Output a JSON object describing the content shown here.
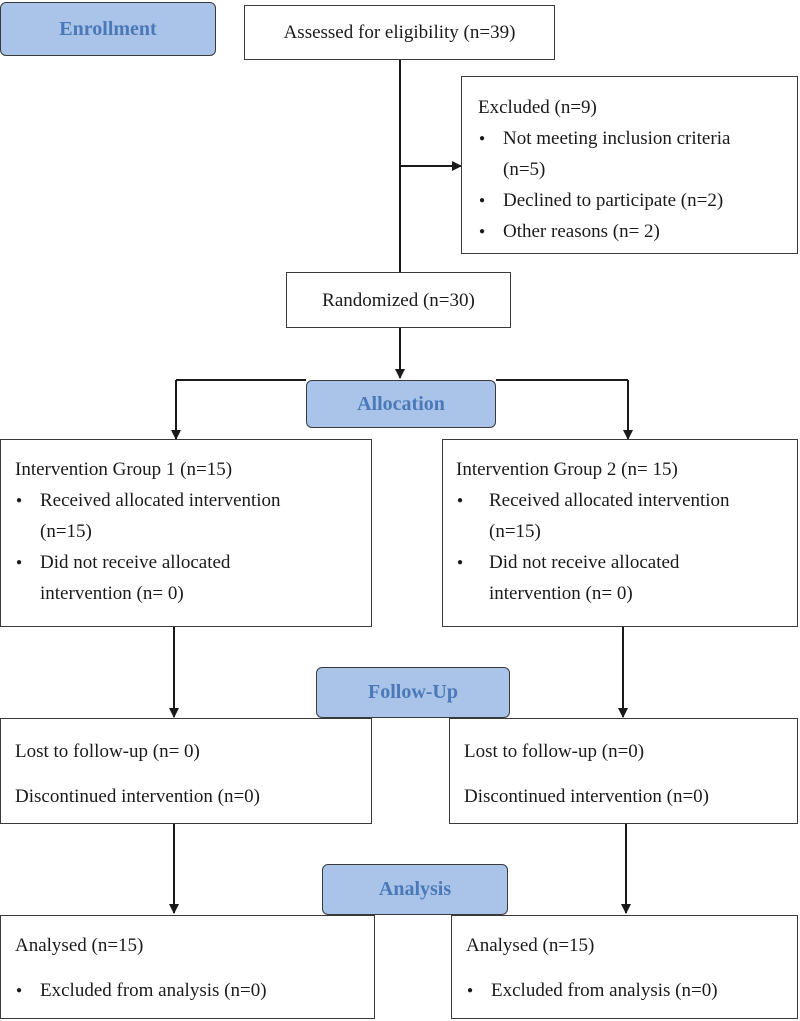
{
  "stages": {
    "enrollment": "Enrollment",
    "allocation": "Allocation",
    "follow_up": "Follow-Up",
    "analysis": "Analysis"
  },
  "assessed": "Assessed for eligibility (n=39)",
  "excluded": {
    "title": "Excluded (n=9)",
    "items": [
      {
        "line1": "Not meeting inclusion criteria",
        "line2": "(n=5)"
      },
      {
        "line1": "Declined to participate (n=2)"
      },
      {
        "line1": "Other reasons (n= 2)"
      }
    ]
  },
  "randomized": "Randomized (n=30)",
  "group1": {
    "title": "Intervention Group 1 (n=15)",
    "items": [
      {
        "line1": "Received allocated intervention",
        "line2": "(n=15)"
      },
      {
        "line1": "Did not receive allocated",
        "line2": "intervention (n= 0)"
      }
    ]
  },
  "group2": {
    "title": "Intervention Group 2 (n= 15)",
    "items": [
      {
        "line1": "Received allocated intervention",
        "line2": "(n=15)"
      },
      {
        "line1": "Did not receive allocated",
        "line2": "intervention (n= 0)"
      }
    ]
  },
  "followup1": {
    "lost": "Lost to follow-up (n= 0)",
    "discontinued": "Discontinued intervention (n=0)"
  },
  "followup2": {
    "lost": "Lost to follow-up (n=0)",
    "discontinued": "Discontinued intervention (n=0)"
  },
  "analysis1": {
    "analysed": "Analysed (n=15)",
    "excluded": "Excluded from analysis (n=0)"
  },
  "analysis2": {
    "analysed": "Analysed (n=15)",
    "excluded": "Excluded from analysis (n=0)"
  },
  "colors": {
    "stage_fill": "#a9c4e8",
    "stage_text": "#4a78b8",
    "line": "#1a1a1a"
  }
}
